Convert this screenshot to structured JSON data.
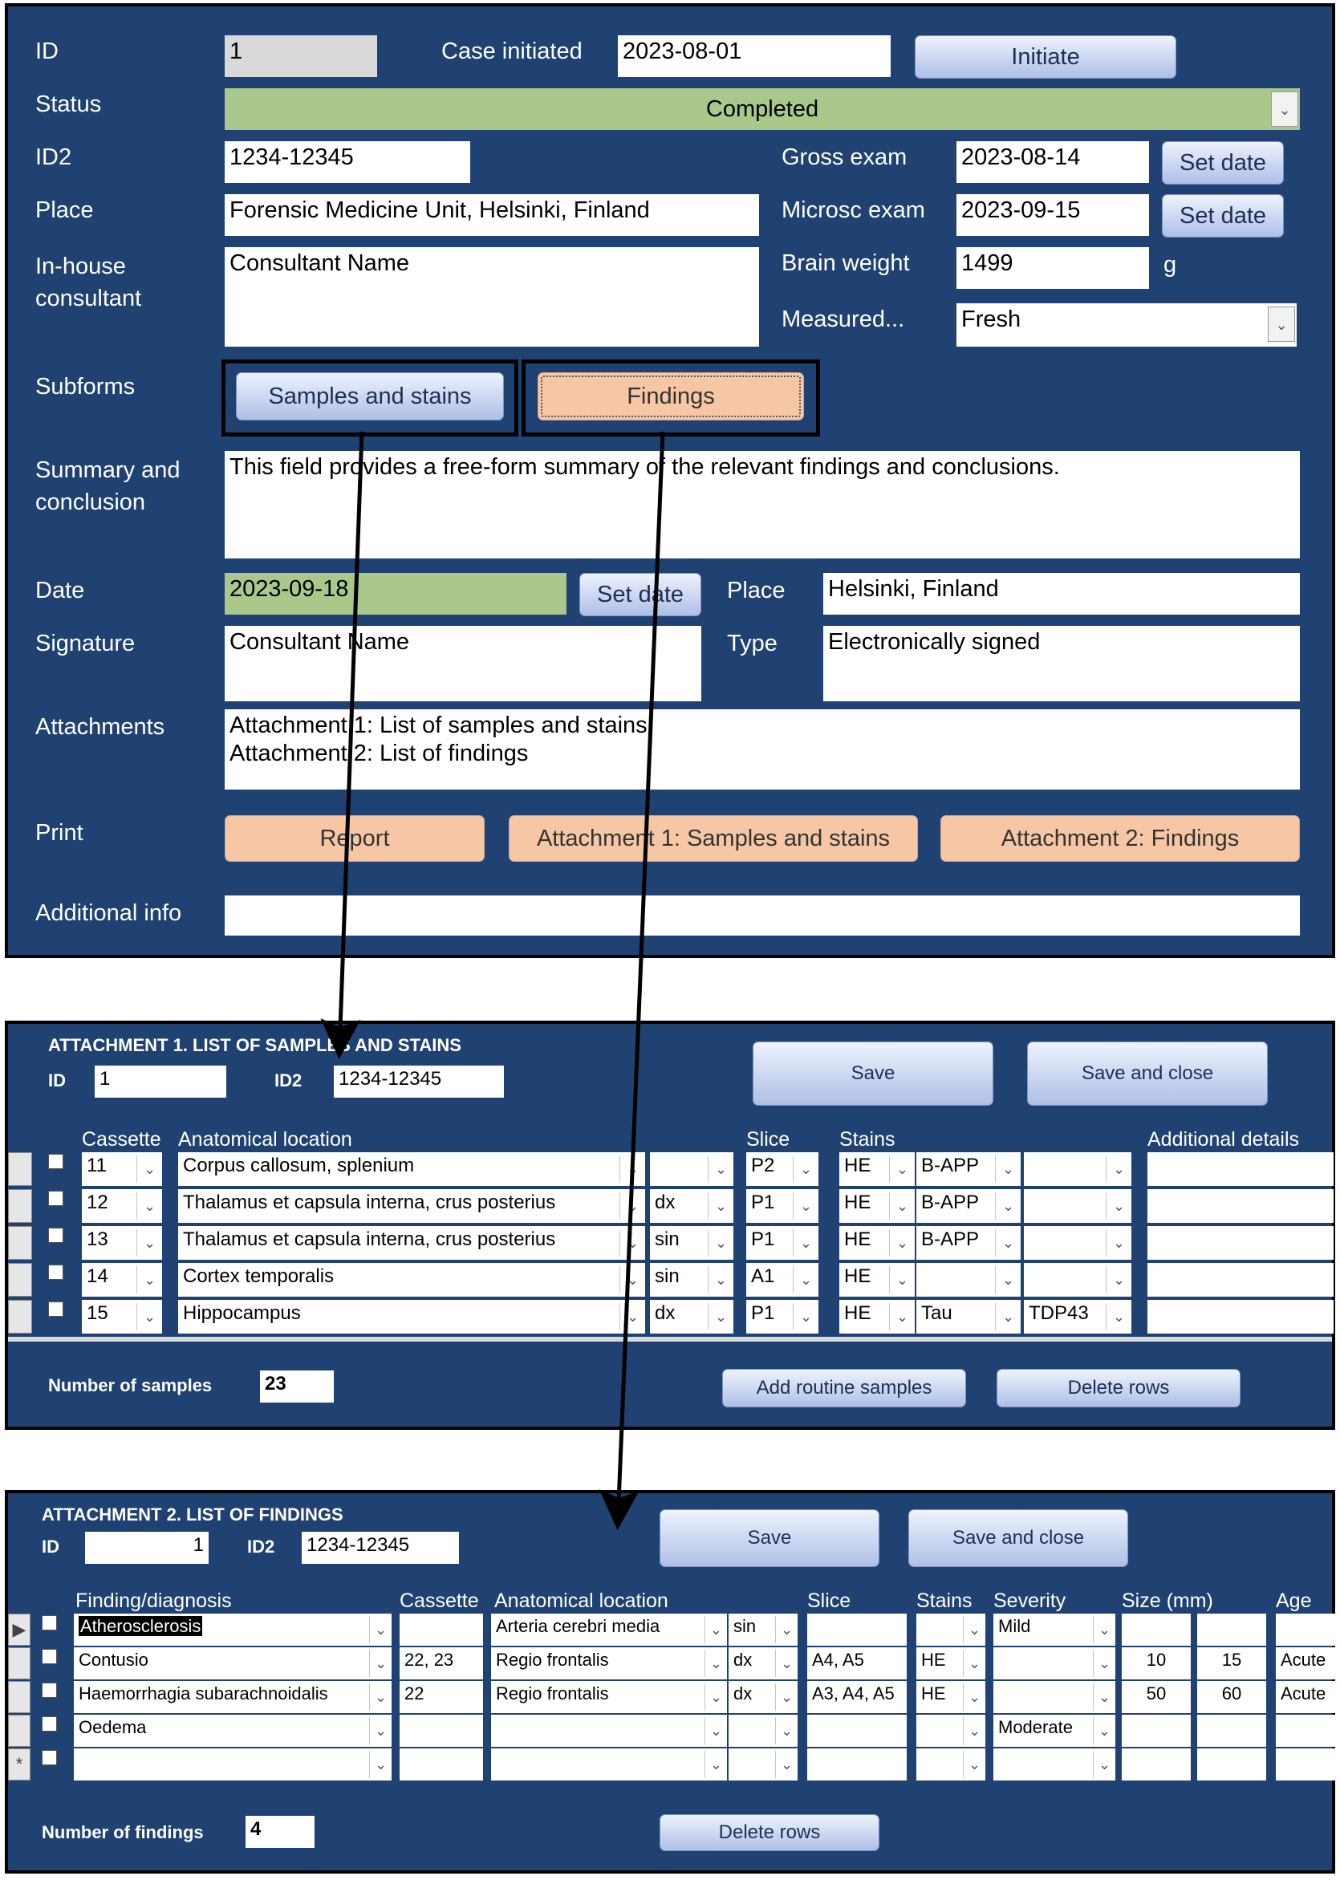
{
  "main": {
    "id_label": "ID",
    "id_value": "1",
    "case_initiated_label": "Case initiated",
    "case_initiated_value": "2023-08-01",
    "initiate_button": "Initiate",
    "status_label": "Status",
    "status_value": "Completed",
    "id2_label": "ID2",
    "id2_value": "1234-12345",
    "gross_exam_label": "Gross exam",
    "gross_exam_value": "2023-08-14",
    "place_label": "Place",
    "place_value": "Forensic Medicine Unit, Helsinki, Finland",
    "microsc_exam_label": "Microsc exam",
    "microsc_exam_value": "2023-09-15",
    "set_date_button": "Set date",
    "inhouse_label": "In-house consultant",
    "inhouse_value": "Consultant Name",
    "brain_weight_label": "Brain weight",
    "brain_weight_value": "1499",
    "brain_weight_unit": "g",
    "measured_label": "Measured...",
    "measured_value": "Fresh",
    "subforms_label": "Subforms",
    "samples_button": "Samples and stains",
    "findings_button": "Findings",
    "summary_label": "Summary and conclusion",
    "summary_value": "This field provides a free-form summary of the relevant findings and conclusions.",
    "date_label": "Date",
    "date_value": "2023-09-18",
    "place2_label": "Place",
    "place2_value": "Helsinki, Finland",
    "signature_label": "Signature",
    "signature_value": "Consultant Name",
    "type_label": "Type",
    "type_value": "Electronically signed",
    "attachments_label": "Attachments",
    "attachment_line1": "Attachment 1: List of samples and stains",
    "attachment_line2": "Attachment 2: List of findings",
    "print_label": "Print",
    "print_report": "Report",
    "print_att1": "Attachment 1: Samples and stains",
    "print_att2": "Attachment 2: Findings",
    "additional_label": "Additional info",
    "additional_value": ""
  },
  "att1": {
    "title": "ATTACHMENT 1. LIST OF SAMPLES AND STAINS",
    "id_label": "ID",
    "id_value": "1",
    "id2_label": "ID2",
    "id2_value": "1234-12345",
    "save": "Save",
    "save_close": "Save and close",
    "columns": [
      "Cassette",
      "Anatomical location",
      "Slice",
      "Stains",
      "Additional details"
    ],
    "rows": [
      [
        "11",
        "Corpus callosum, splenium",
        "",
        "P2",
        "HE",
        "B-APP",
        "",
        ""
      ],
      [
        "12",
        "Thalamus et capsula interna, crus posterius",
        "dx",
        "P1",
        "HE",
        "B-APP",
        "",
        ""
      ],
      [
        "13",
        "Thalamus et capsula interna, crus posterius",
        "sin",
        "P1",
        "HE",
        "B-APP",
        "",
        ""
      ],
      [
        "14",
        "Cortex temporalis",
        "sin",
        "A1",
        "HE",
        "",
        "",
        ""
      ],
      [
        "15",
        "Hippocampus",
        "dx",
        "P1",
        "HE",
        "Tau",
        "TDP43",
        ""
      ]
    ],
    "count_label": "Number of samples",
    "count_value": "23",
    "add_routine": "Add routine samples",
    "delete_rows": "Delete rows"
  },
  "att2": {
    "title": "ATTACHMENT 2. LIST OF FINDINGS",
    "id_label": "ID",
    "id_value": "1",
    "id2_label": "ID2",
    "id2_value": "1234-12345",
    "save": "Save",
    "save_close": "Save and close",
    "columns": [
      "Finding/diagnosis",
      "Cassette",
      "Anatomical location",
      "Slice",
      "Stains",
      "Severity",
      "Size (mm)",
      "Age"
    ],
    "rows": [
      [
        "Atherosclerosis",
        "",
        "Arteria cerebri media",
        "sin",
        "",
        "",
        "Mild",
        "",
        "",
        ""
      ],
      [
        "Contusio",
        "22, 23",
        "Regio frontalis",
        "dx",
        "A4, A5",
        "HE",
        "",
        "10",
        "15",
        "Acute"
      ],
      [
        "Haemorrhagia subarachnoidalis",
        "22",
        "Regio frontalis",
        "dx",
        "A3, A4, A5",
        "HE",
        "",
        "50",
        "60",
        "Acute"
      ],
      [
        "Oedema",
        "",
        "",
        "",
        "",
        "",
        "Moderate",
        "",
        "",
        ""
      ],
      [
        "",
        "",
        "",
        "",
        "",
        "",
        "",
        "",
        "",
        ""
      ]
    ],
    "count_label": "Number of findings",
    "count_value": "4",
    "delete_rows": "Delete rows"
  }
}
